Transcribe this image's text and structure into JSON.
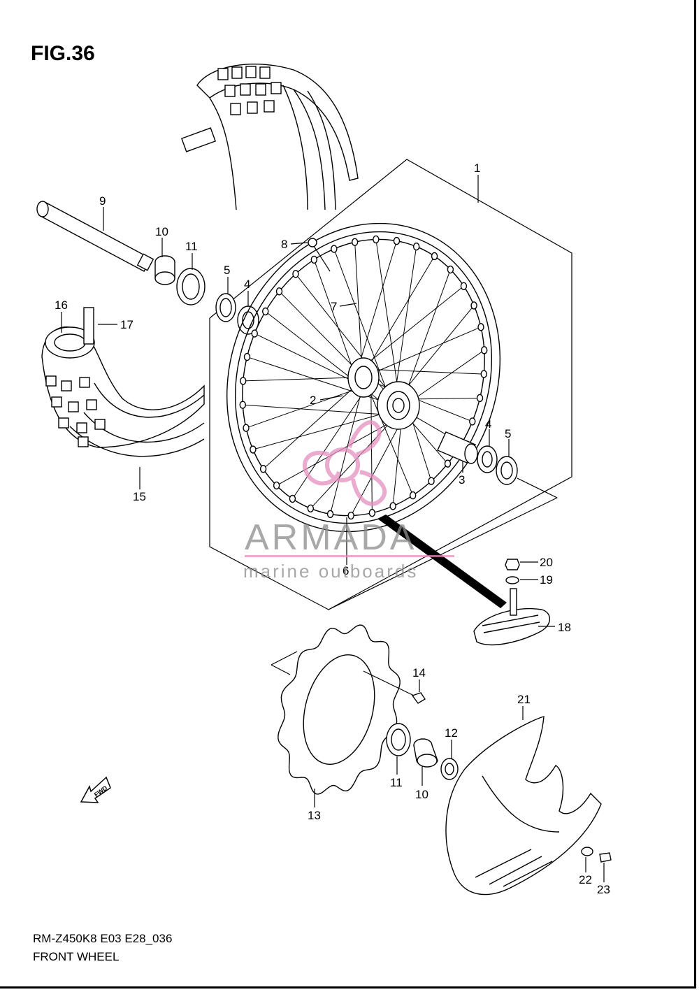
{
  "figure": {
    "title": "FIG.36",
    "model_code": "RM-Z450K8 E03 E28_036",
    "section_name": "FRONT WHEEL",
    "fwd_label": "FWD"
  },
  "watermark": {
    "brand": "ARMADA",
    "tagline": "marine outboards",
    "color": "#e48fbf"
  },
  "callouts": [
    {
      "id": "1",
      "label": "1"
    },
    {
      "id": "2",
      "label": "2"
    },
    {
      "id": "3",
      "label": "3"
    },
    {
      "id": "4a",
      "label": "4"
    },
    {
      "id": "4b",
      "label": "4"
    },
    {
      "id": "5a",
      "label": "5"
    },
    {
      "id": "5b",
      "label": "5"
    },
    {
      "id": "6",
      "label": "6"
    },
    {
      "id": "7",
      "label": "7"
    },
    {
      "id": "8",
      "label": "8"
    },
    {
      "id": "9",
      "label": "9"
    },
    {
      "id": "10a",
      "label": "10"
    },
    {
      "id": "10b",
      "label": "10"
    },
    {
      "id": "11a",
      "label": "11"
    },
    {
      "id": "11b",
      "label": "11"
    },
    {
      "id": "12",
      "label": "12"
    },
    {
      "id": "13",
      "label": "13"
    },
    {
      "id": "14",
      "label": "14"
    },
    {
      "id": "15",
      "label": "15"
    },
    {
      "id": "16",
      "label": "16"
    },
    {
      "id": "17",
      "label": "17"
    },
    {
      "id": "18",
      "label": "18"
    },
    {
      "id": "19",
      "label": "19"
    },
    {
      "id": "20",
      "label": "20"
    },
    {
      "id": "21",
      "label": "21"
    },
    {
      "id": "22",
      "label": "22"
    },
    {
      "id": "23",
      "label": "23"
    }
  ]
}
